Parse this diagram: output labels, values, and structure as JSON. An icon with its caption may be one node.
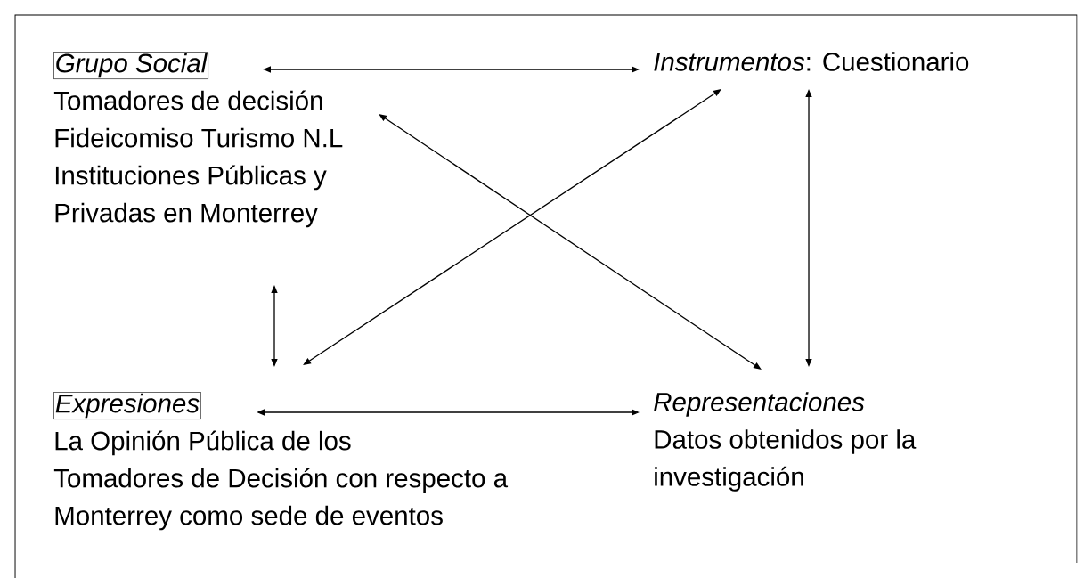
{
  "diagram": {
    "nodes": [
      {
        "text": [
          "Grupo Social",
          "Tomadores de decisión",
          "Fideicomiso Turismo N.L",
          "Instituciones Públicas y",
          "Privadas en Monterrey"
        ]
      },
      {
        "text": [
          "*Instrumentos*: Cuestionario"
        ]
      },
      {
        "text": [
          "Expresiones",
          "La Opinión Pública de los",
          "Tomadores de Decisión con respecto a",
          "Monterrey como sede de eventos"
        ]
      },
      {
        "text": [
          "Representaciones",
          "Datos obtenidos por la",
          "investigación"
        ]
      }
    ],
    "edges": [
      {
        "from": 0,
        "to": 1,
        "arrow": "both"
      },
      {
        "from": 0,
        "to": 3,
        "arrow": "both"
      },
      {
        "from": 1,
        "to": 2,
        "arrow": "both"
      },
      {
        "from": 1,
        "to": 3,
        "arrow": "both"
      },
      {
        "from": 0,
        "to": 2,
        "arrow": "both"
      },
      {
        "from": 2,
        "to": 3,
        "arrow": "both"
      }
    ]
  }
}
